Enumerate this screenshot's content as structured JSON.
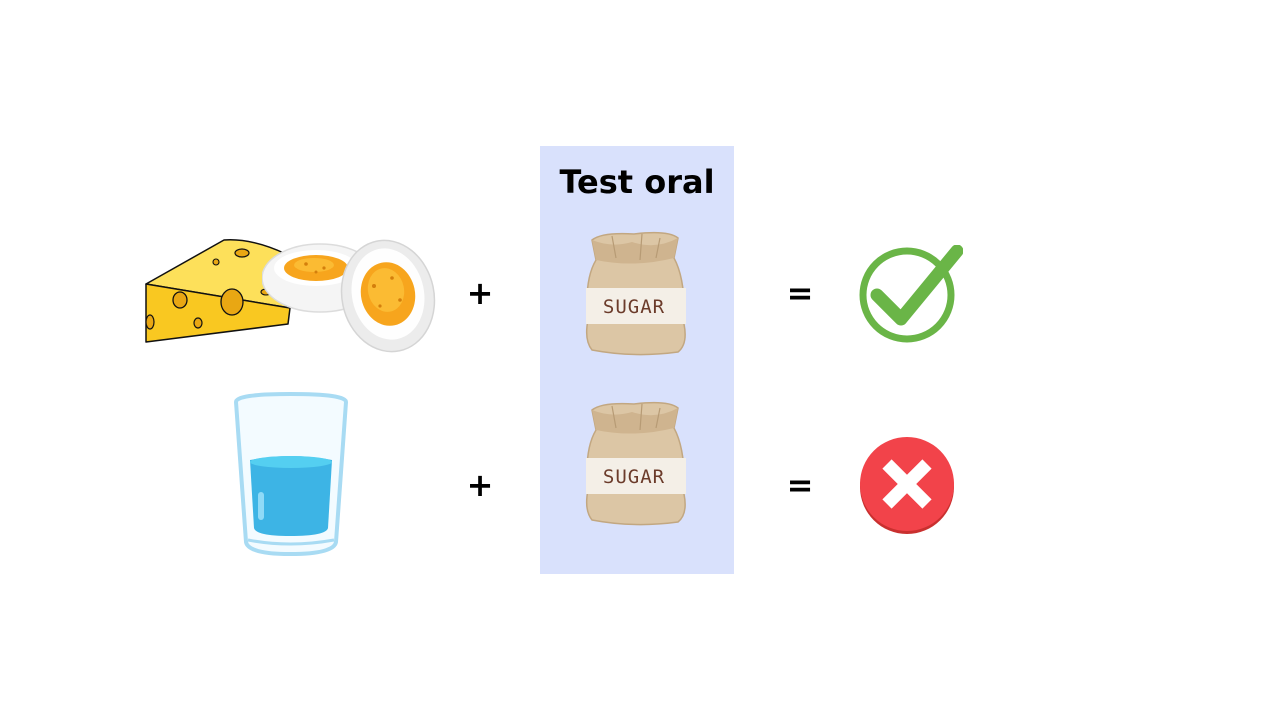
{
  "panel": {
    "title": "Test oral",
    "background": "#d9e1fc"
  },
  "rows": [
    {
      "input_icons": [
        "cheese-icon",
        "boiled-egg-icon"
      ],
      "plus": "+",
      "bag_icon": "sugar-bag-icon",
      "bag_label": "SUGAR",
      "equals": "=",
      "result_icon": "checkmark-icon",
      "result_color": "#6ab547"
    },
    {
      "input_icons": [
        "water-glass-icon"
      ],
      "plus": "+",
      "bag_icon": "sugar-bag-icon",
      "bag_label": "SUGAR",
      "equals": "=",
      "result_icon": "cross-icon",
      "result_color": "#f2434a"
    }
  ]
}
